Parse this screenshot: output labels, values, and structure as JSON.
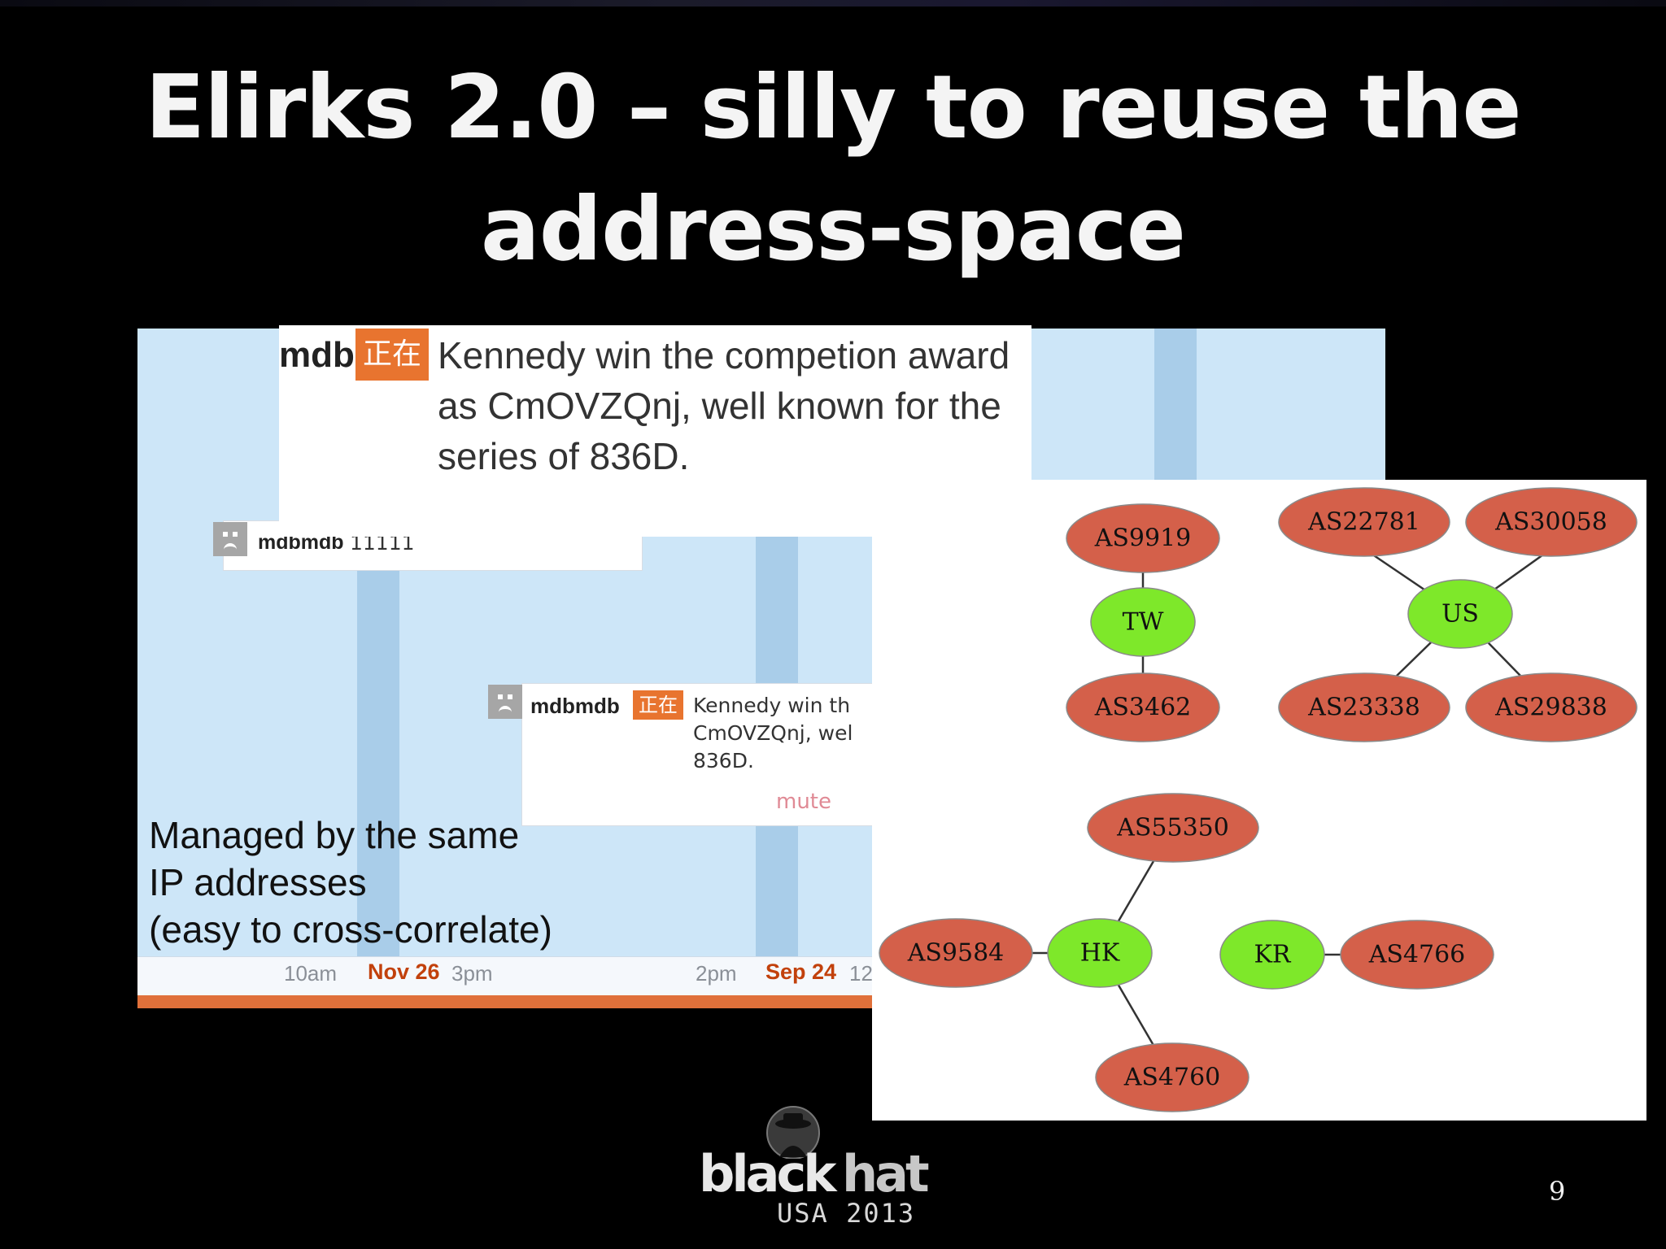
{
  "slide": {
    "title_line1": "Elirks 2.0 – silly to reuse the",
    "title_line2": "address-space",
    "page_number": "9"
  },
  "timeline": {
    "big_post": {
      "user": "mdb",
      "badge": "正在",
      "text": "Kennedy win the competion award as CmOVZQnj, well known for the series of 836D."
    },
    "post_one": {
      "user": "mdbmdb",
      "text": "11111"
    },
    "post_two": {
      "user": "mdbmdb",
      "badge": "正在",
      "line1": "Kennedy win th",
      "line2": "CmOVZQnj, wel",
      "line3": "836D.",
      "action": "mute"
    },
    "axis": {
      "t1": "10am",
      "d1": "Nov 26",
      "t2": "3pm",
      "t3": "2pm",
      "d2": "Sep 24",
      "t4": "12"
    },
    "caption": {
      "line1": "Managed by the same",
      "line2": "IP addresses",
      "line3": "(easy to cross-correlate)"
    }
  },
  "graph": {
    "nodes": {
      "tw": "TW",
      "us": "US",
      "hk": "HK",
      "kr": "KR",
      "as9919": "AS9919",
      "as3462": "AS3462",
      "as22781": "AS22781",
      "as30058": "AS30058",
      "as23338": "AS23338",
      "as29838": "AS29838",
      "as55350": "AS55350",
      "as9584": "AS9584",
      "as4760": "AS4760",
      "as4766": "AS4766"
    },
    "colors": {
      "country": "#7ee82a",
      "as": "#d4604a"
    }
  },
  "logo": {
    "word1": "black",
    "word2": "hat",
    "sub": "USA 2013"
  }
}
